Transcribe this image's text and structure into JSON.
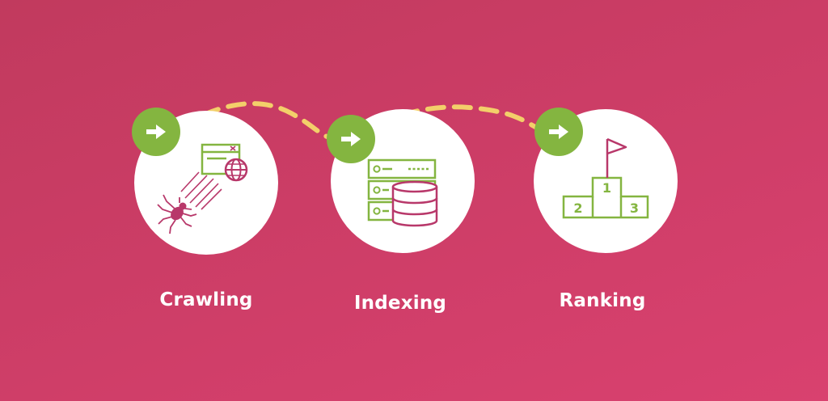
{
  "diagram": {
    "steps": [
      {
        "label": "Crawling",
        "icon": "spider-crawling-web-icon"
      },
      {
        "label": "Indexing",
        "icon": "server-database-icon"
      },
      {
        "label": "Ranking",
        "icon": "podium-flag-icon",
        "places": [
          "1",
          "2",
          "3"
        ]
      }
    ],
    "colors": {
      "background_start": "#c13a5e",
      "background_end": "#d9416f",
      "circle": "#ffffff",
      "accent_green": "#84b540",
      "accent_magenta": "#b8386a",
      "connector_dash": "#f3cf6a"
    }
  }
}
